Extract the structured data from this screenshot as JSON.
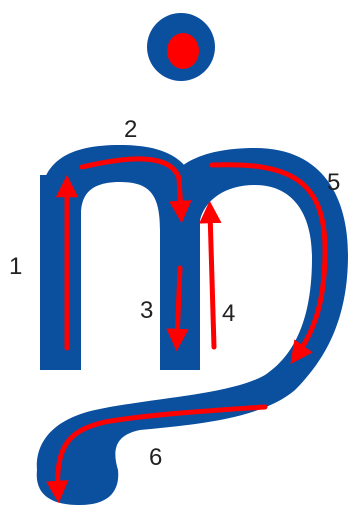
{
  "colors": {
    "letter": "#0b4f9f",
    "arrow": "#ff0000",
    "dot_inner": "#ff0000",
    "number": "#222222"
  },
  "glyph": "letter-stroke-order",
  "steps": [
    {
      "number": "1",
      "direction": "up"
    },
    {
      "number": "2",
      "direction": "over-and-down"
    },
    {
      "number": "3",
      "direction": "down"
    },
    {
      "number": "4",
      "direction": "up"
    },
    {
      "number": "5",
      "direction": "over-and-down"
    },
    {
      "number": "6",
      "direction": "left-and-down"
    }
  ]
}
